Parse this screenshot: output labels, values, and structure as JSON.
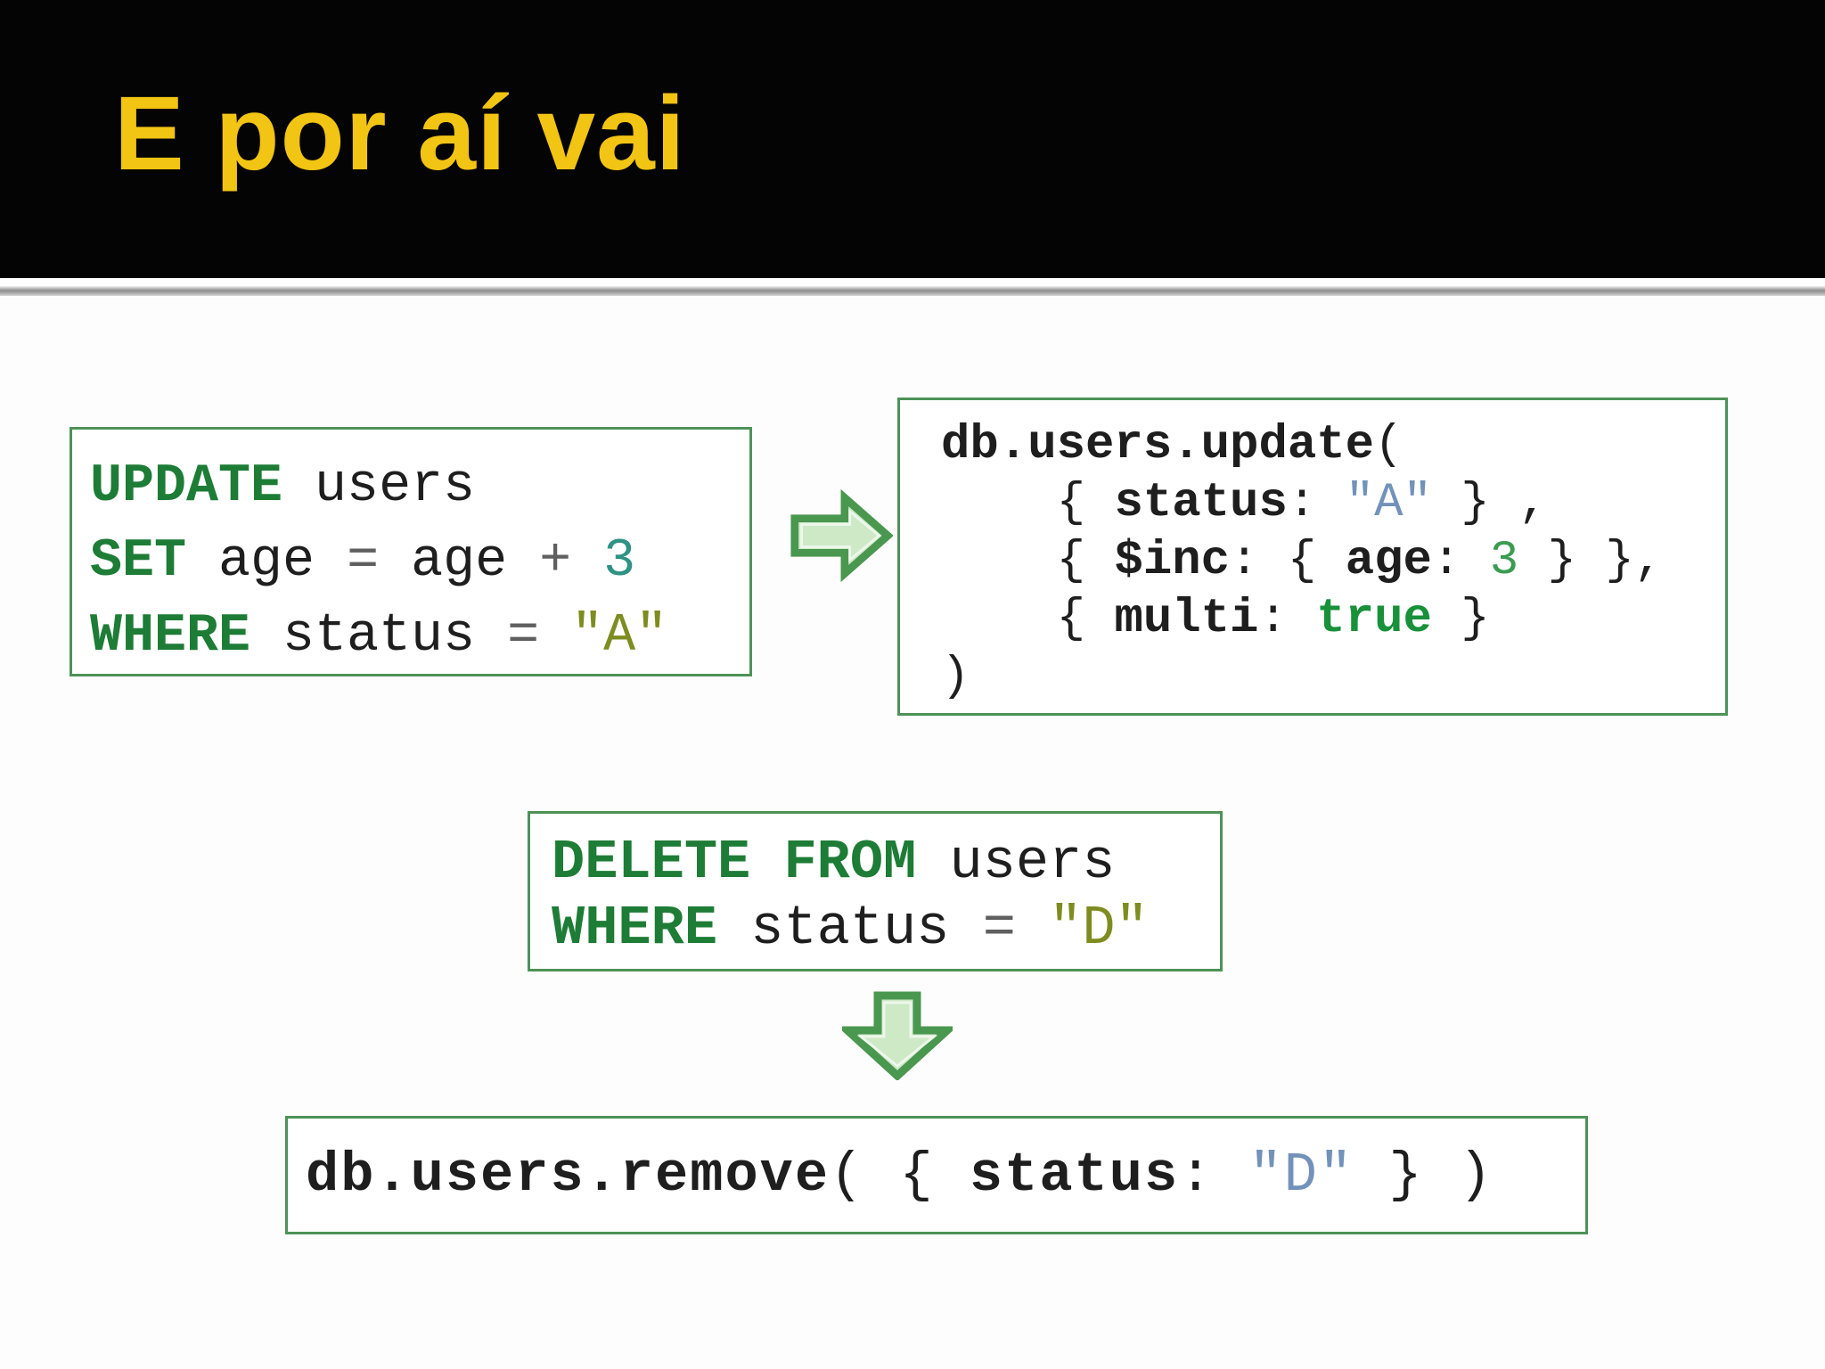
{
  "slide": {
    "title": "E por aí vai"
  },
  "colors": {
    "header_bg": "#040404",
    "title_color": "#f2c413",
    "box_border": "#4d9257",
    "kw": "#1d7c35",
    "pl": "#1e1e1e",
    "op": "#5f5f5f",
    "so": "#7e8c20",
    "sb": "#7292ba",
    "nt": "#2f9285",
    "nm": "#3c9b52",
    "tg": "#18913a",
    "arrow_stroke": "#4a9750",
    "arrow_fill": "#cde9c6",
    "arrow_inner": "#eef7ec"
  },
  "icons": {
    "right_arrow": "block-arrow-right",
    "down_arrow": "block-arrow-down"
  },
  "boxes": {
    "sql_update": {
      "lines": [
        [
          {
            "t": "UPDATE",
            "c": "kw"
          },
          {
            "t": " users",
            "c": "pl"
          }
        ],
        [
          {
            "t": "SET",
            "c": "kw"
          },
          {
            "t": " age ",
            "c": "pl"
          },
          {
            "t": "=",
            "c": "op"
          },
          {
            "t": " age ",
            "c": "pl"
          },
          {
            "t": "+",
            "c": "op"
          },
          {
            "t": " ",
            "c": "pl"
          },
          {
            "t": "3",
            "c": "nt"
          }
        ],
        [
          {
            "t": "WHERE",
            "c": "kw"
          },
          {
            "t": " status ",
            "c": "pl"
          },
          {
            "t": "=",
            "c": "op"
          },
          {
            "t": " ",
            "c": "pl"
          },
          {
            "t": "\"A\"",
            "c": "so"
          }
        ]
      ]
    },
    "mongo_update": {
      "lines": [
        [
          {
            "t": "db.users.update",
            "c": "id"
          },
          {
            "t": "(",
            "c": "pl"
          }
        ],
        [
          {
            "t": "    { ",
            "c": "pl"
          },
          {
            "t": "status",
            "c": "id"
          },
          {
            "t": ": ",
            "c": "pl"
          },
          {
            "t": "\"A\"",
            "c": "sb"
          },
          {
            "t": " } ,",
            "c": "pl"
          }
        ],
        [
          {
            "t": "    { ",
            "c": "pl"
          },
          {
            "t": "$inc",
            "c": "id"
          },
          {
            "t": ": { ",
            "c": "pl"
          },
          {
            "t": "age",
            "c": "id"
          },
          {
            "t": ": ",
            "c": "pl"
          },
          {
            "t": "3",
            "c": "nm"
          },
          {
            "t": " } },",
            "c": "pl"
          }
        ],
        [
          {
            "t": "    { ",
            "c": "pl"
          },
          {
            "t": "multi",
            "c": "id"
          },
          {
            "t": ": ",
            "c": "pl"
          },
          {
            "t": "true",
            "c": "tg"
          },
          {
            "t": " }",
            "c": "pl"
          }
        ],
        [
          {
            "t": ")",
            "c": "pl"
          }
        ]
      ]
    },
    "sql_delete": {
      "lines": [
        [
          {
            "t": "DELETE FROM",
            "c": "kw"
          },
          {
            "t": " users",
            "c": "pl"
          }
        ],
        [
          {
            "t": "WHERE",
            "c": "kw"
          },
          {
            "t": " status ",
            "c": "pl"
          },
          {
            "t": "=",
            "c": "op"
          },
          {
            "t": " ",
            "c": "pl"
          },
          {
            "t": "\"D\"",
            "c": "so"
          }
        ]
      ]
    },
    "mongo_remove": {
      "lines": [
        [
          {
            "t": "db.users.remove",
            "c": "id"
          },
          {
            "t": "( { ",
            "c": "pl"
          },
          {
            "t": "status",
            "c": "id"
          },
          {
            "t": ": ",
            "c": "pl"
          },
          {
            "t": "\"D\"",
            "c": "sb"
          },
          {
            "t": " } )",
            "c": "pl"
          }
        ]
      ]
    }
  }
}
